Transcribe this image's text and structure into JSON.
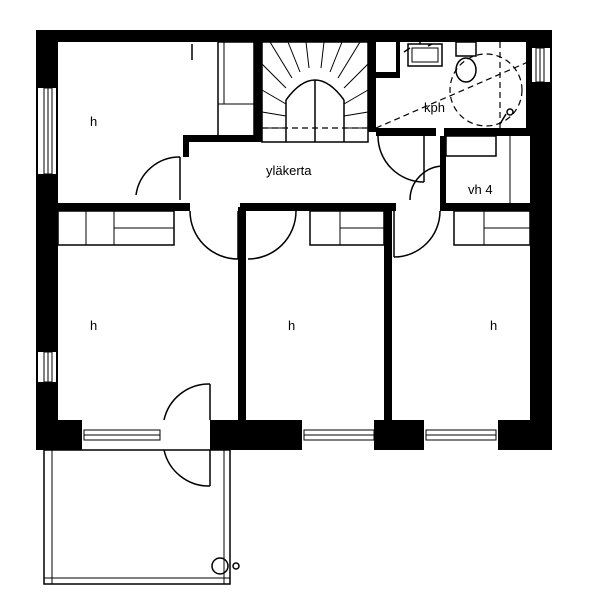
{
  "rooms": {
    "bedroom_top_left": "h",
    "bedroom_left": "h",
    "bedroom_middle": "h",
    "bedroom_right": "h",
    "bathroom": "kph",
    "closet": "vh 4",
    "hall": "yläkerta"
  }
}
